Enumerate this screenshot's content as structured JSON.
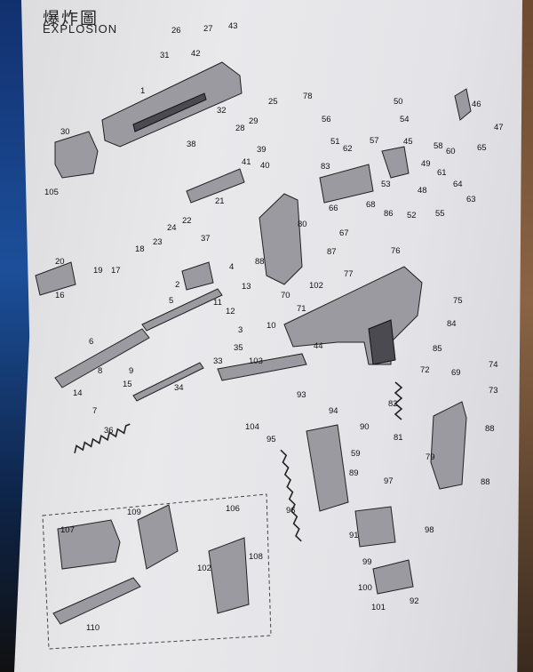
{
  "title_cn": "爆炸圖",
  "title_en": "EXPLOSION",
  "part_numbers": [
    "1",
    "2",
    "3",
    "4",
    "5",
    "6",
    "7",
    "8",
    "9",
    "10",
    "11",
    "12",
    "13",
    "14",
    "15",
    "16",
    "17",
    "18",
    "19",
    "20",
    "21",
    "22",
    "23",
    "24",
    "25",
    "26",
    "27",
    "28",
    "29",
    "30",
    "31",
    "32",
    "33",
    "34",
    "35",
    "36",
    "37",
    "38",
    "39",
    "40",
    "41",
    "42",
    "43",
    "44",
    "45",
    "46",
    "47",
    "48",
    "49",
    "50",
    "51",
    "52",
    "53",
    "54",
    "55",
    "56",
    "57",
    "58",
    "59",
    "60",
    "61",
    "62",
    "63",
    "64",
    "65",
    "66",
    "67",
    "68",
    "69",
    "70",
    "71",
    "72",
    "73",
    "74",
    "75",
    "76",
    "77",
    "78",
    "79",
    "80",
    "81",
    "82",
    "83",
    "84",
    "85",
    "86",
    "87",
    "88",
    "88",
    "88",
    "89",
    "90",
    "91",
    "92",
    "93",
    "94",
    "95",
    "96",
    "97",
    "98",
    "99",
    "100",
    "101",
    "102",
    "102",
    "103",
    "104",
    "105",
    "106",
    "107",
    "108",
    "109",
    "110"
  ]
}
